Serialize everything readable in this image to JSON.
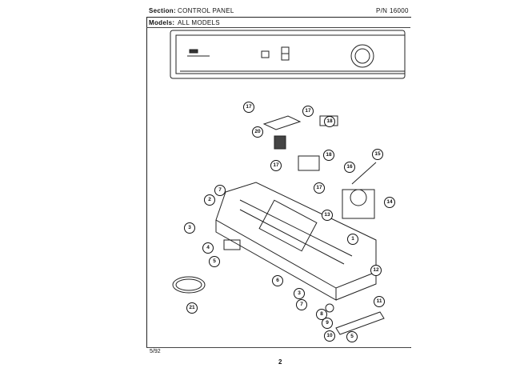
{
  "header": {
    "section_label": "Section:",
    "section_value": "CONTROL PANEL",
    "pn_label": "P/N",
    "pn_value": "16000",
    "models_label": "Models:",
    "models_value": "ALL MODELS"
  },
  "footer": {
    "date": "5/92",
    "page_number": "2"
  },
  "callouts": [
    "17",
    "17",
    "18",
    "20",
    "18",
    "15",
    "16",
    "17",
    "17",
    "14",
    "7",
    "2",
    "13",
    "3",
    "1",
    "4",
    "5",
    "12",
    "6",
    "3",
    "7",
    "8",
    "11",
    "9",
    "10",
    "5",
    "21"
  ]
}
